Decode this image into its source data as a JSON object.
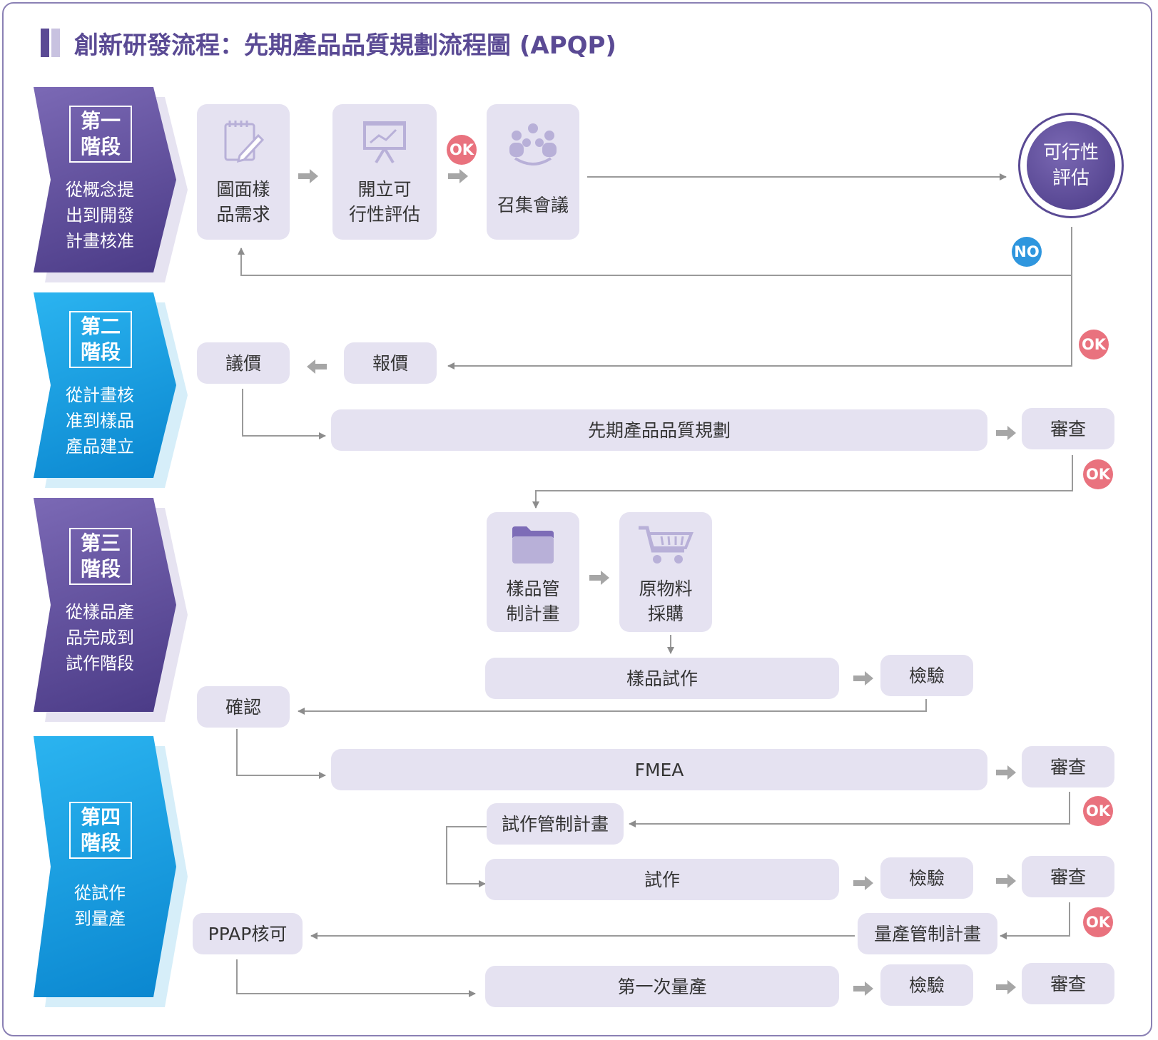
{
  "title": "創新研發流程：先期產品品質規劃流程圖 (APQP)",
  "colors": {
    "purple": "#5a4a94",
    "blue": "#0a86cf",
    "box": "#e5e2f1",
    "ok": "#e9727e",
    "no": "#2f96de",
    "line": "#999999"
  },
  "stages": [
    {
      "label_1": "第一",
      "label_2": "階段",
      "desc": [
        "從概念提",
        "出到開發",
        "計畫核准"
      ]
    },
    {
      "label_1": "第二",
      "label_2": "階段",
      "desc": [
        "從計畫核",
        "准到樣品",
        "產品建立"
      ]
    },
    {
      "label_1": "第三",
      "label_2": "階段",
      "desc": [
        "從樣品產",
        "品完成到",
        "試作階段"
      ]
    },
    {
      "label_1": "第四",
      "label_2": "階段",
      "desc": [
        "從試作",
        "到量產"
      ]
    }
  ],
  "nodes": {
    "drawing": [
      "圖面樣",
      "品需求"
    ],
    "open_feasibility": [
      "開立可",
      "行性評估"
    ],
    "meeting": "召集會議",
    "feasibility": [
      "可行性",
      "評估"
    ],
    "negotiate": "議價",
    "quote": "報價",
    "apqp": "先期產品品質規劃",
    "review_1": "審查",
    "sample_control": [
      "樣品管",
      "制計畫"
    ],
    "material": [
      "原物料",
      "採購"
    ],
    "sample_trial": "樣品試作",
    "inspect_1": "檢驗",
    "confirm": "確認",
    "fmea": "FMEA",
    "review_2": "審查",
    "trial_control": "試作管制計畫",
    "trial": "試作",
    "inspect_2": "檢驗",
    "review_3": "審查",
    "ppap": "PPAP核可",
    "mass_control": "量產管制計畫",
    "first_mass": "第一次量產",
    "inspect_3": "檢驗",
    "review_4": "審查"
  },
  "badges": {
    "ok": "OK",
    "no": "NO"
  },
  "icons": [
    "notepad-pencil-icon",
    "presentation-board-icon",
    "people-group-icon",
    "folder-icon",
    "shopping-cart-icon"
  ]
}
